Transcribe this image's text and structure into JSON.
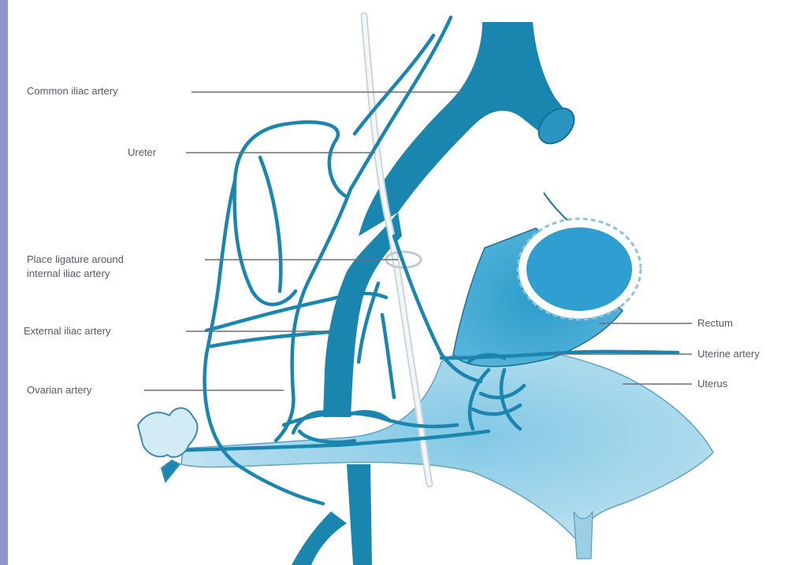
{
  "labels": {
    "common_iliac_artery": "Common iliac artery",
    "ureter": "Ureter",
    "place_ligature": "Place ligature around internal iliac artery",
    "place_ligature_l1": "Place ligature around",
    "place_ligature_l2": "internal iliac artery",
    "external_iliac_artery": "External iliac artery",
    "ovarian_artery": "Ovarian artery",
    "rectum": "Rectum",
    "uterine_artery": "Uterine artery",
    "uterus": "Uterus"
  },
  "colors": {
    "vessel": "#1a86b0",
    "vessel_dark": "#13779f",
    "vessel_light": "#5fb6d8",
    "uterus_fill": "#a9d9ec",
    "leader": "#6b6f74",
    "side_bar": "#8f96c8"
  }
}
